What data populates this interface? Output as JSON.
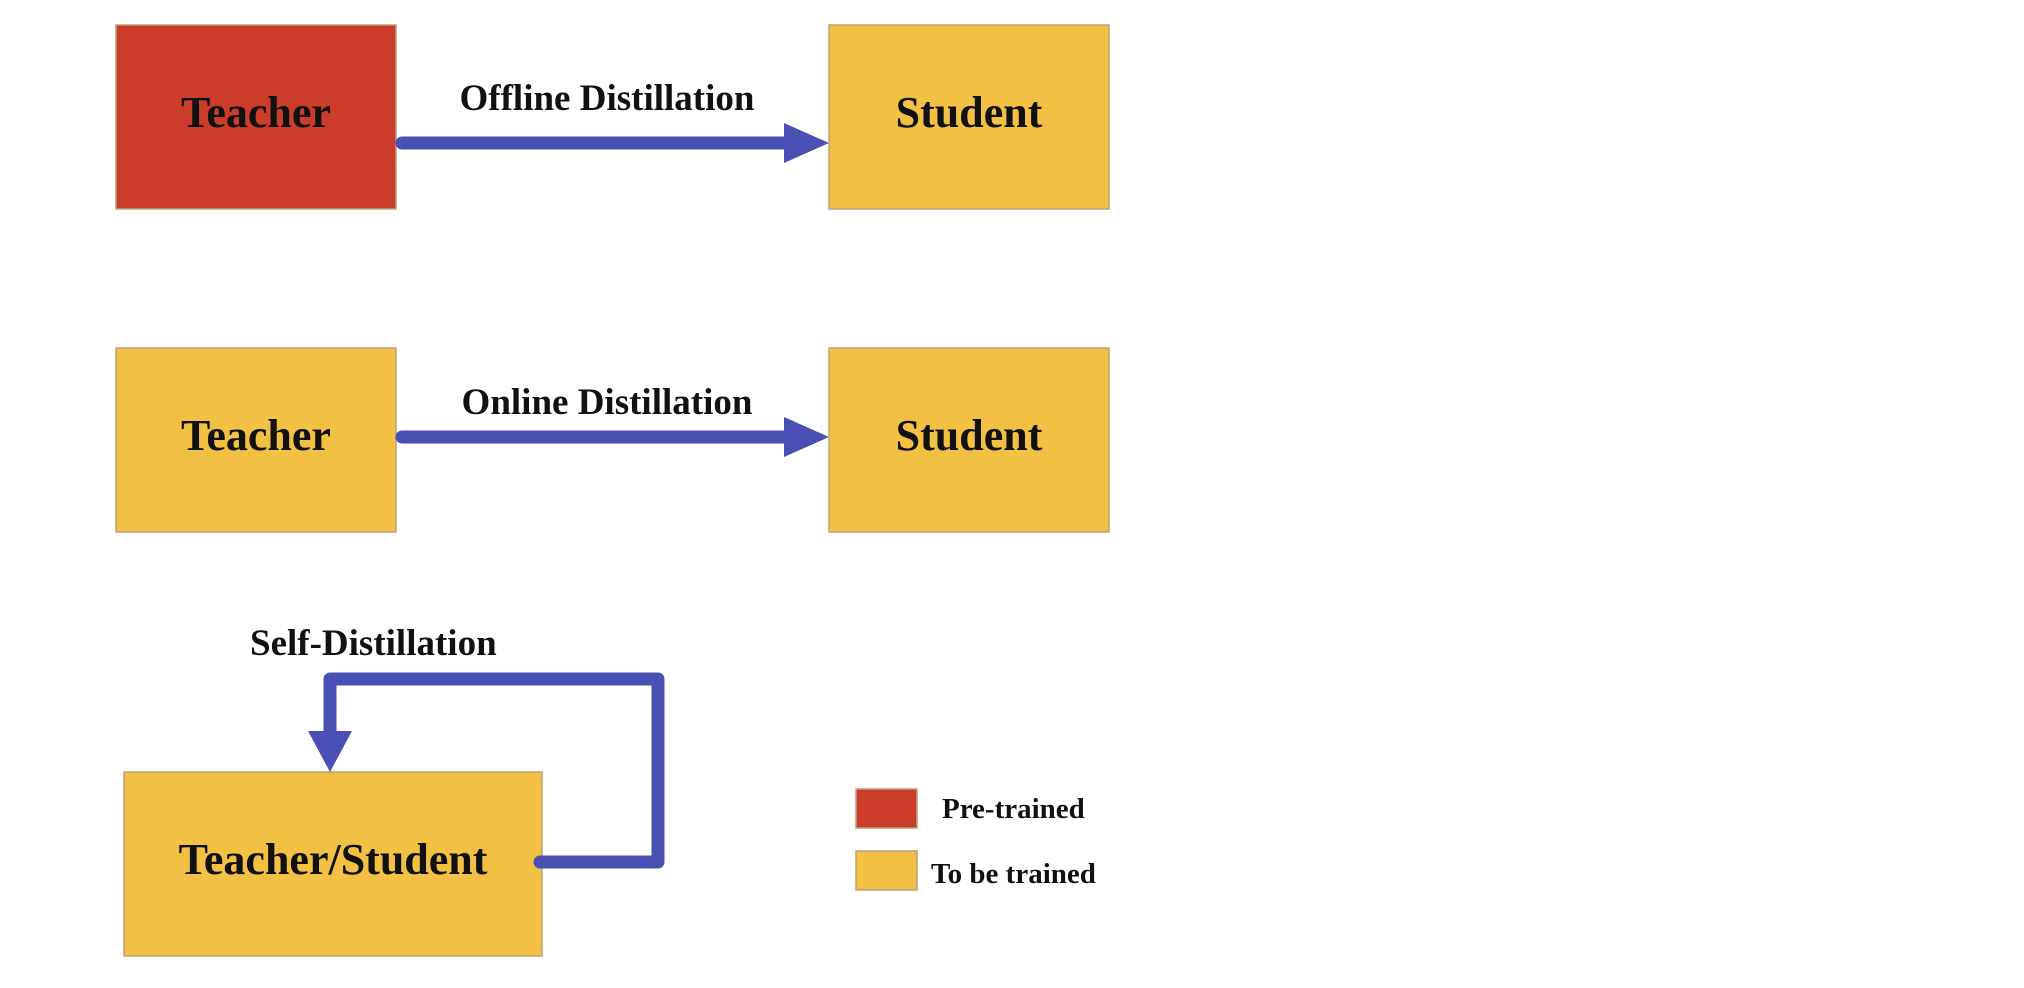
{
  "colors": {
    "pretrained": "#cb3c2b",
    "to_be_trained": "#f2c144",
    "arrow": "#4a4fb3"
  },
  "offline": {
    "teacher_label": "Teacher",
    "student_label": "Student",
    "edge_label": "Offline Distillation"
  },
  "online": {
    "teacher_label": "Teacher",
    "student_label": "Student",
    "edge_label": "Online Distillation"
  },
  "self": {
    "node_label": "Teacher/Student",
    "edge_label": "Self-Distillation"
  },
  "legend": {
    "pretrained_label": "Pre-trained",
    "to_be_trained_label": "To be trained"
  }
}
